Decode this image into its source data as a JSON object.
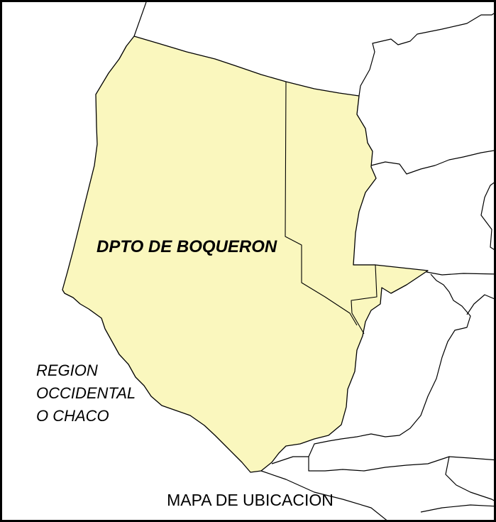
{
  "map": {
    "department_label": "DPTO DE BOQUERON",
    "region_label": [
      "REGION",
      "OCCIDENTAL",
      "O CHACO"
    ],
    "title": "MAPA DE UBICACION"
  },
  "colors": {
    "department_fill": "#FAF7BE",
    "outline": "#000000",
    "background": "#FFFFFF"
  }
}
